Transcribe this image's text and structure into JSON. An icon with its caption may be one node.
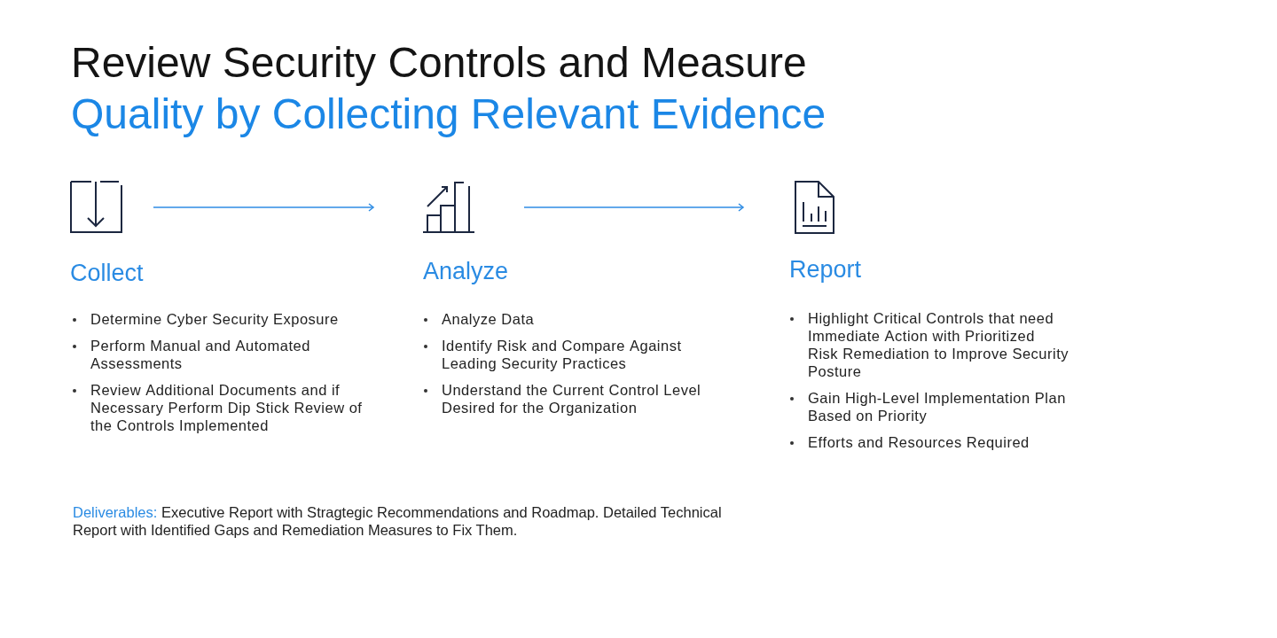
{
  "diagram": {
    "title": "Review Security Controls and Measure Quality by Collecting Relevant Evidence",
    "nodes": [
      {
        "text": [],
        "shape": "picture",
        "beside": [
          "Collect",
          "Determine Cyber Security Exposure",
          "Perform Manual and Automated Assessments",
          "Review Additional Documents and if Necessary Perform Dip Stick Review of the Controls Implemented"
        ]
      },
      {
        "text": [],
        "shape": "picture",
        "beside": [
          "Analyze",
          "Analyze Data",
          "Identify Risk and Compare Against Leading Security Practices",
          "Understand the Current Control Level Desired for the Organization"
        ]
      },
      {
        "text": [],
        "shape": "picture",
        "beside": [
          "Report",
          "Highlight Critical Controls that need Immediate Action with Prioritized Risk Remediation to Improve Security Posture",
          "Gain High-Level Implementation Plan Based on Priority",
          "Efforts and Resources Required"
        ]
      }
    ],
    "edges": [
      {
        "from": 0,
        "to": 1,
        "arrow": "to"
      },
      {
        "from": 1,
        "to": 2,
        "arrow": "to"
      }
    ],
    "labels": [
      "Deliverables:",
      "Executive Report with Stragtegic Recommendations and Roadmap. Detailed Technical Report with Identified Gaps and Remediation Measures to Fix Them."
    ]
  }
}
